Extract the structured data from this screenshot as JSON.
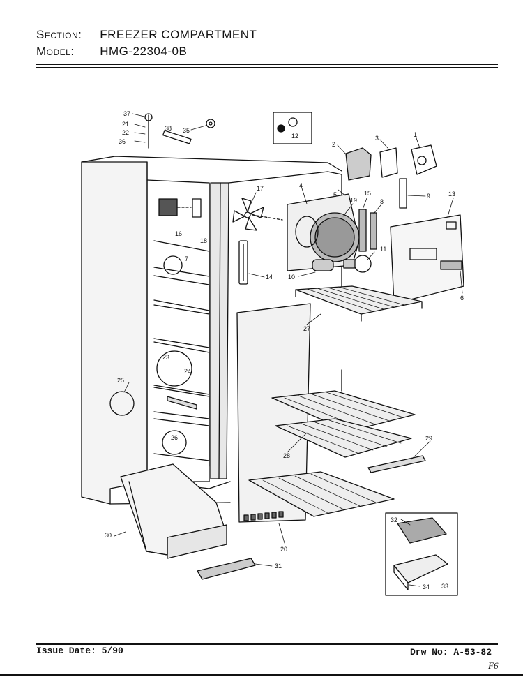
{
  "header": {
    "section_key": "Section:",
    "section_value": "FREEZER COMPARTMENT",
    "model_key": "Model:",
    "model_value": "HMG-22304-0B"
  },
  "footer": {
    "issue": "Issue Date: 5/90",
    "drawing": "Drw No: A-53-82",
    "page_mark": "F6"
  },
  "callouts": [
    "37",
    "21",
    "22",
    "36",
    "38",
    "35",
    "12",
    "2",
    "3",
    "1",
    "4",
    "17",
    "15",
    "8",
    "9",
    "13",
    "19",
    "5",
    "16",
    "18",
    "7",
    "11",
    "14",
    "10",
    "6",
    "27",
    "23",
    "24",
    "25",
    "26",
    "28",
    "29",
    "32",
    "30",
    "20",
    "31",
    "34",
    "33"
  ]
}
